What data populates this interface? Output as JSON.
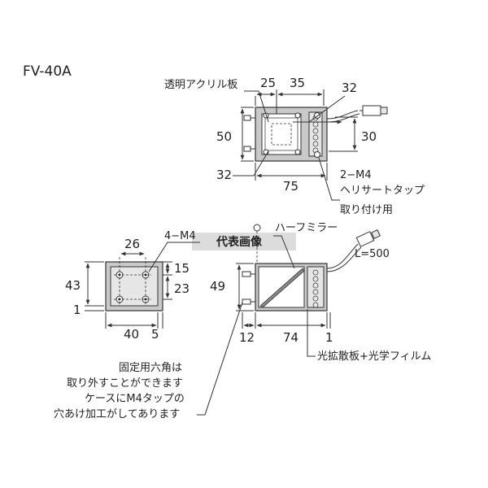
{
  "model": "FV-40A",
  "top_view": {
    "label_acrylic": "透明アクリル板",
    "dim_25": "25",
    "dim_35": "35",
    "dim_32_top": "32",
    "dim_50": "50",
    "dim_30": "30",
    "dim_32_bottom": "32",
    "dim_75": "75",
    "label_tap_line1": "2−M4",
    "label_tap_line2": "ヘリサートタップ",
    "label_tap_line3": "取り付け用"
  },
  "side_view": {
    "label_half_mirror": "ハーフミラー",
    "label_cable": "L=500",
    "label_placeholder": "代表画像",
    "dim_49": "49",
    "dim_12": "12",
    "dim_74": "74",
    "dim_1": "1",
    "label_diffuser": "光拡散板+光学フィルム"
  },
  "end_view": {
    "dim_26": "26",
    "label_4m4": "4−M4",
    "dim_15": "15",
    "dim_43": "43",
    "dim_23": "23",
    "dim_1": "1",
    "dim_40": "40",
    "dim_5": "5"
  },
  "notes": {
    "line1": "固定用六角は",
    "line2": "取り外すことができます",
    "line3": "ケースにM4タップの",
    "line4": "穴あけ加工がしてあります"
  }
}
